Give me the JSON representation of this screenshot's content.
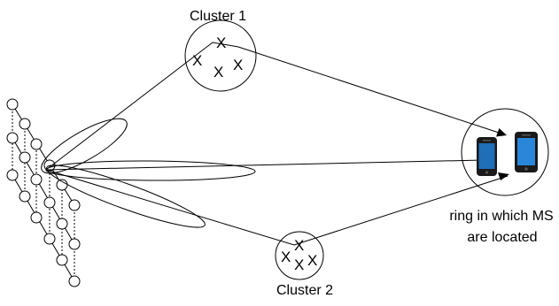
{
  "labels": {
    "cluster1": "Cluster 1",
    "cluster2": "Cluster 2",
    "ring_line1": "ring in which MS",
    "ring_line2": "are located"
  },
  "scatterer_glyph": "X",
  "icons": {
    "antenna_array": "antenna-array-icon",
    "mobile_phone": "mobile-phone-icon"
  },
  "colors": {
    "line": "#000000",
    "background": "#ffffff",
    "phone_body": "#1a1a1a",
    "phone_screen": "#1e6fb8"
  }
}
